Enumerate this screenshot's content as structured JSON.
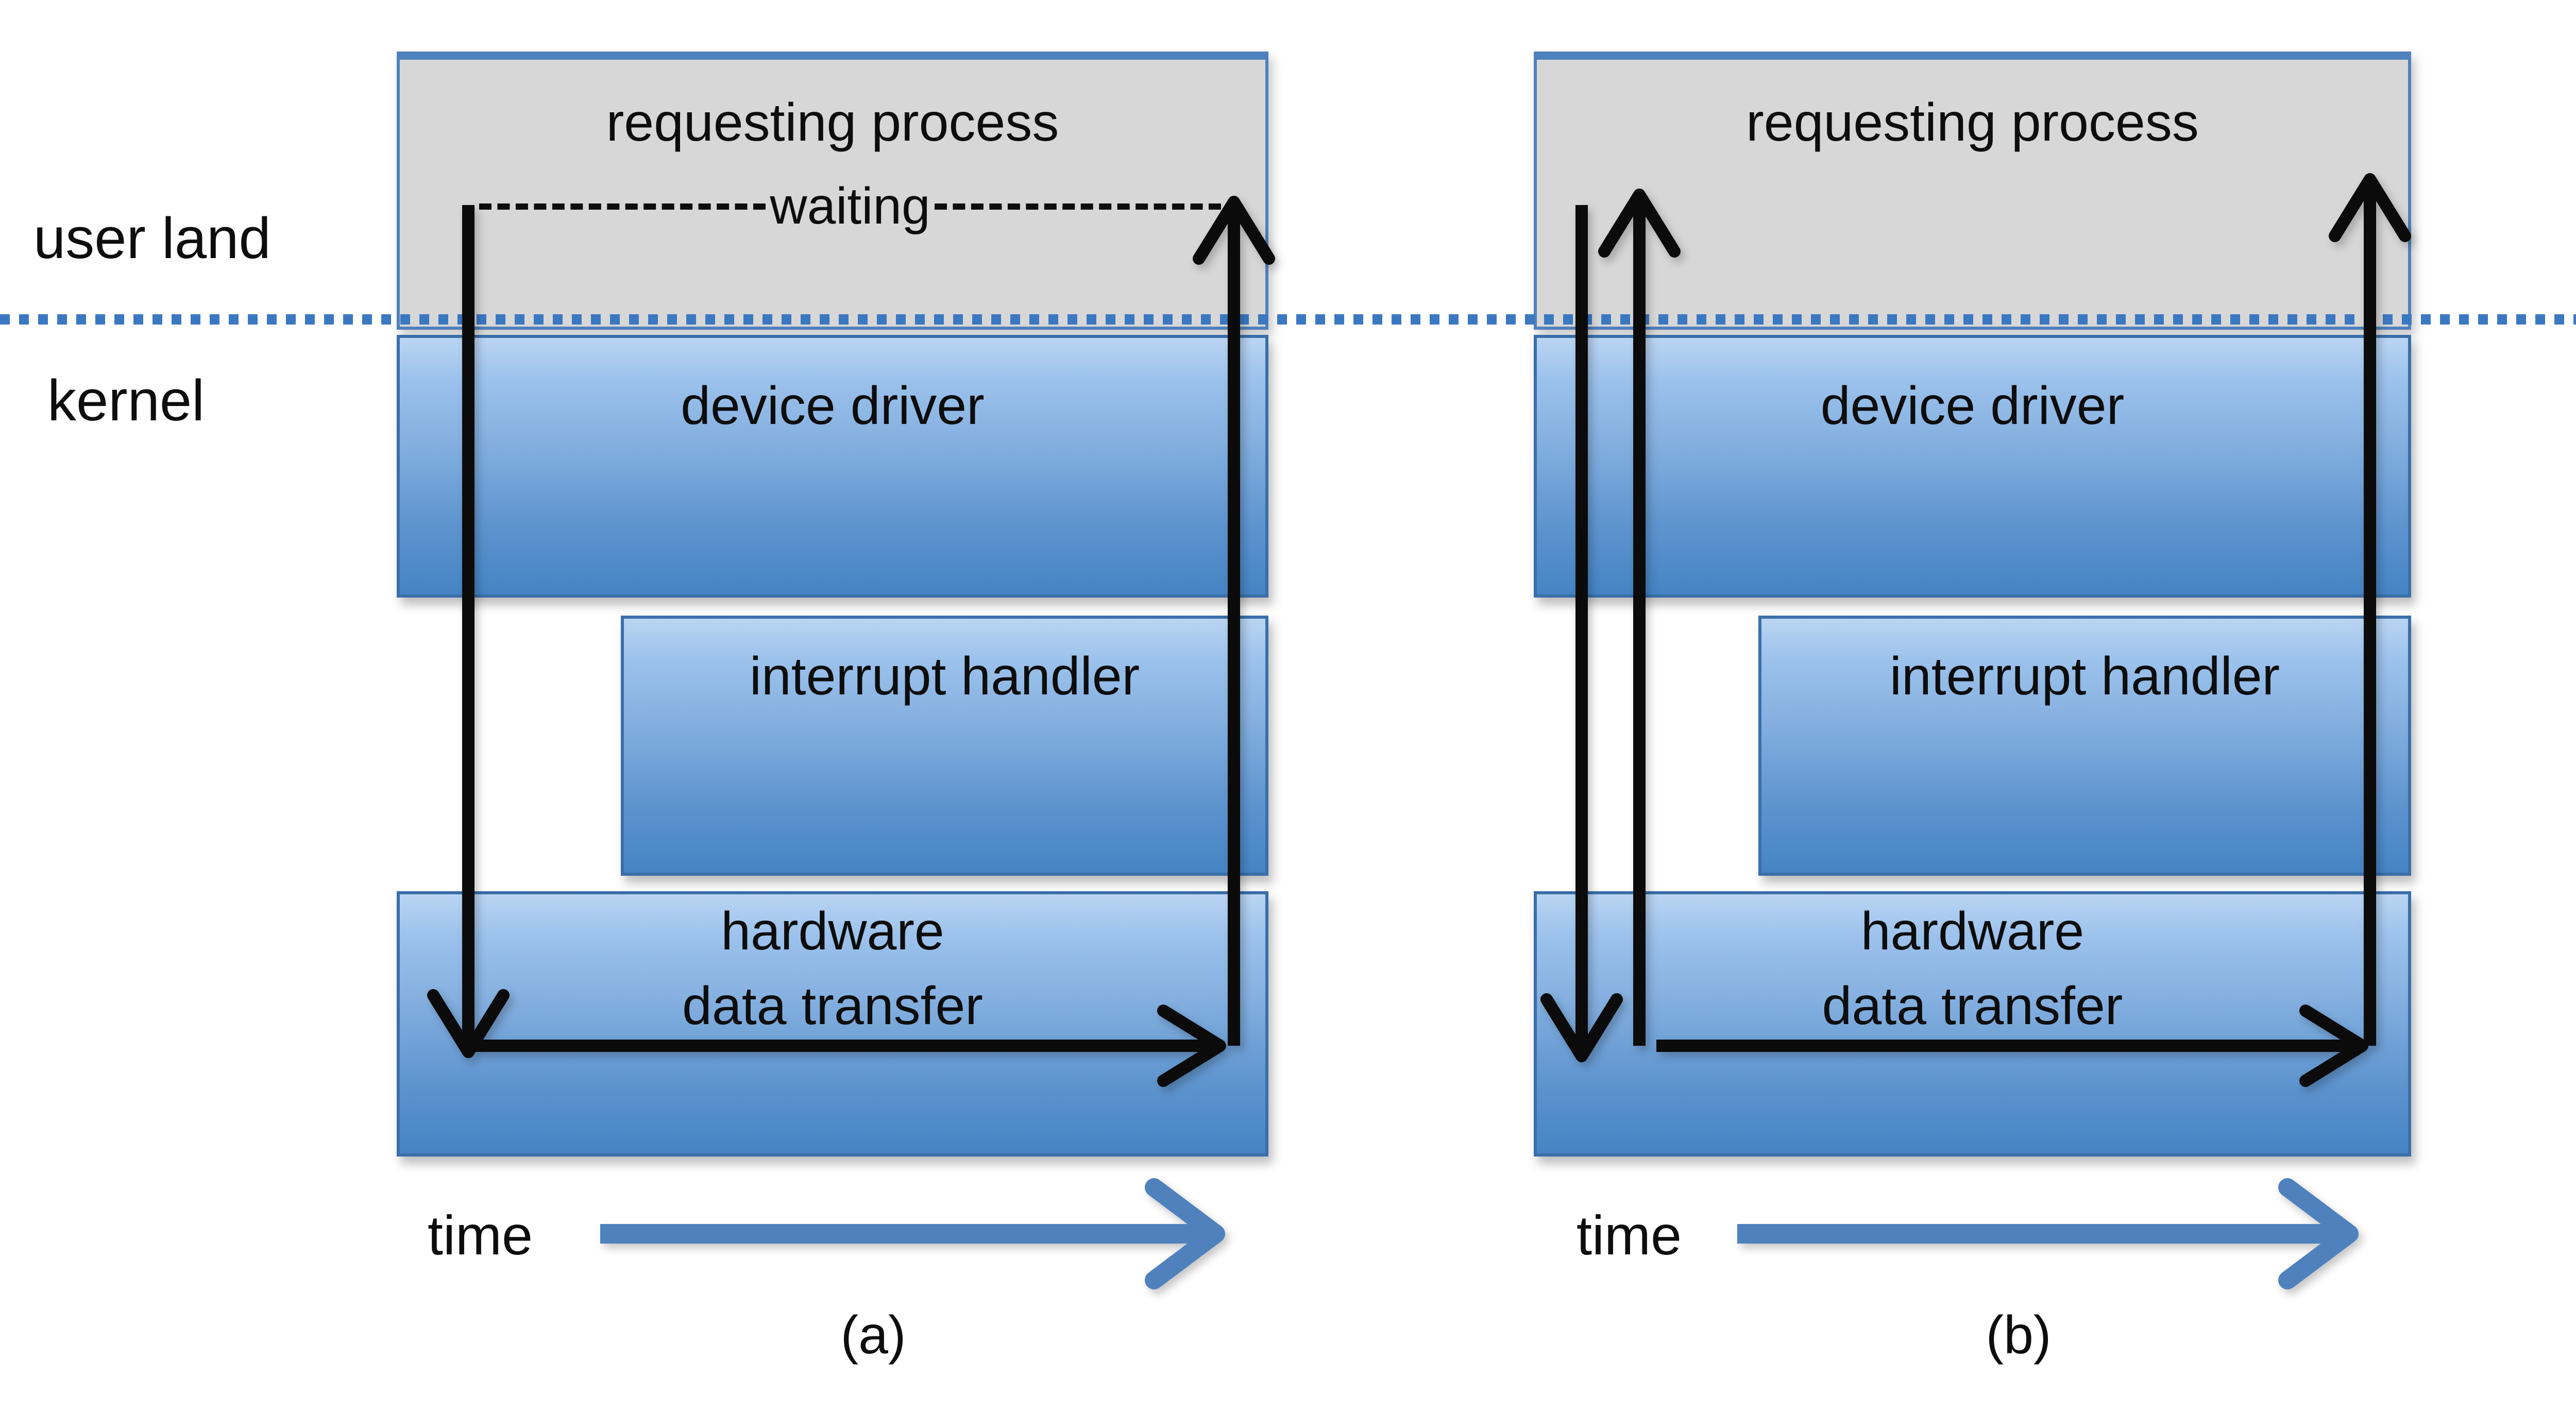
{
  "colors": {
    "background": "#ffffff",
    "accent_blue": "#4f81bd",
    "box_border_blue": "#3a6fa9",
    "grey_box_fill": "#d7d7d7",
    "blue_box_gradient_top": "#bad5f2",
    "blue_box_gradient_bottom": "#4584c4",
    "boundary_dot_blue": "#3b78c2",
    "arrow_black": "#0b0b0b",
    "text_color": "#0d0d0d"
  },
  "region_labels": {
    "user_land": "user land",
    "kernel": "kernel"
  },
  "icons": {
    "boundary_dotted_line": "user-kernel-boundary-dotted-line",
    "black_flow_arrows": "control-flow-arrow",
    "time_axis_arrow": "time-axis-arrow"
  },
  "panel_a": {
    "caption": "(a)",
    "time_label": "time",
    "requesting_process_label": "requesting process",
    "waiting_label": "waiting",
    "device_driver_label": "device driver",
    "interrupt_handler_label": "interrupt handler",
    "hardware_label_line1": "hardware",
    "hardware_label_line2": "data transfer"
  },
  "panel_b": {
    "caption": "(b)",
    "time_label": "time",
    "requesting_process_label": "requesting process",
    "device_driver_label": "device driver",
    "interrupt_handler_label": "interrupt handler",
    "hardware_label_line1": "hardware",
    "hardware_label_line2": "data transfer"
  }
}
